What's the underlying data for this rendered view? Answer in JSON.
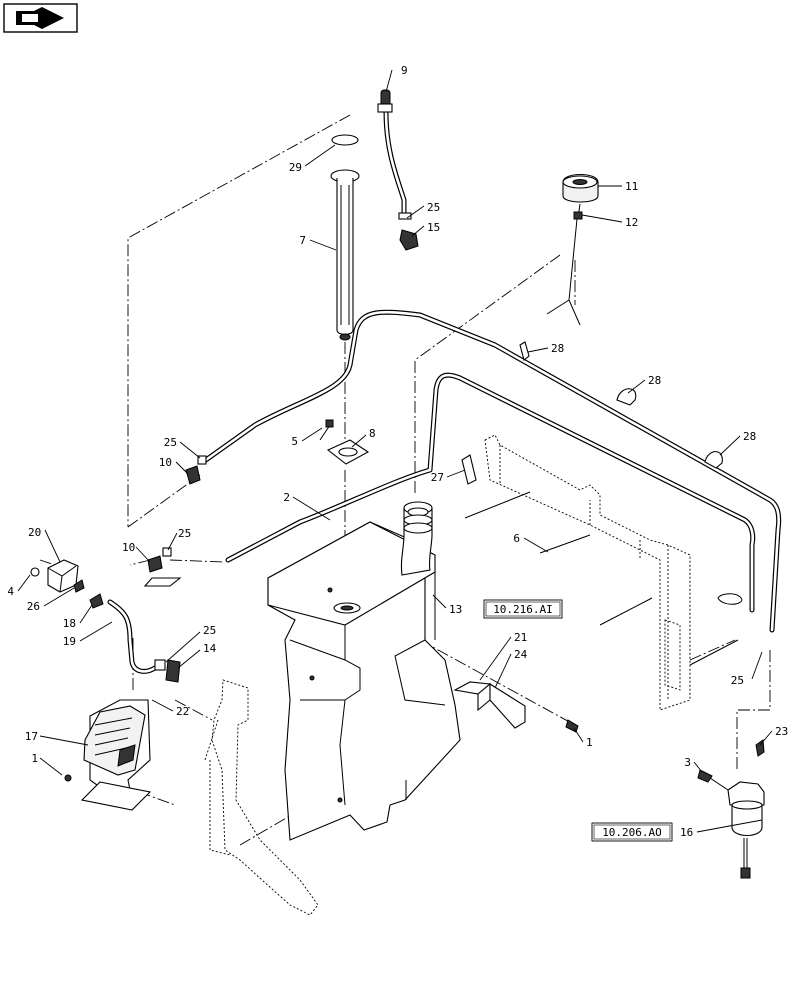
{
  "callouts": [
    "9",
    "29",
    "7",
    "25",
    "15",
    "11",
    "12",
    "28",
    "28",
    "28",
    "8",
    "5",
    "25",
    "10",
    "27",
    "2",
    "6",
    "20",
    "25",
    "10",
    "4",
    "26",
    "18",
    "19",
    "25",
    "14",
    "13",
    "21",
    "24",
    "25",
    "22",
    "17",
    "1",
    "1",
    "3",
    "23",
    "16"
  ],
  "references": [
    "10.216.AI",
    "10.206.AO"
  ],
  "icons": {
    "nav": "next-page-arrow-icon"
  }
}
